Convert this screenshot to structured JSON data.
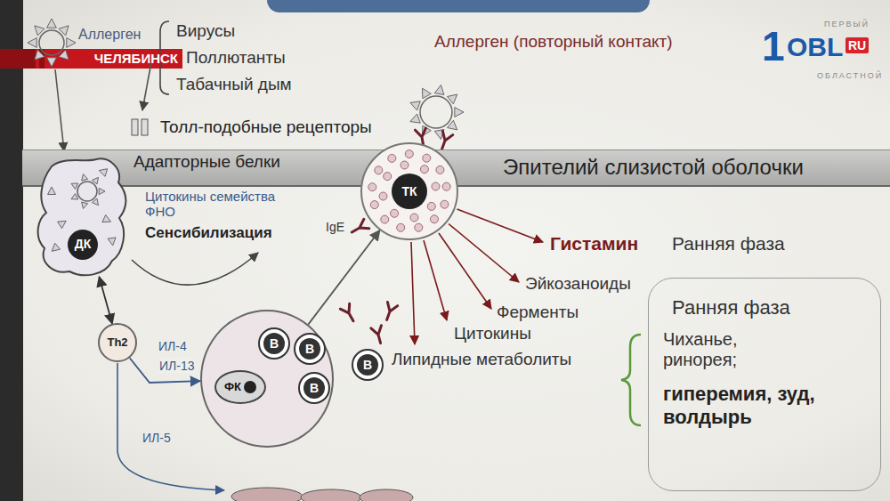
{
  "diagram": {
    "nodes": [
      {
        "text": [
          "Адапторные белки",
          "Эпителий слизистой оболочки"
        ]
      },
      {
        "text": [
          "ДК"
        ]
      },
      {
        "text": [
          "Th2"
        ]
      },
      {
        "text": []
      },
      {
        "text": [
          "B"
        ],
        "in": 3
      },
      {
        "text": [
          "B"
        ],
        "in": 3
      },
      {
        "text": [
          "ФК"
        ],
        "in": 3
      },
      {
        "text": [
          "B"
        ],
        "in": 3
      },
      {
        "text": [
          "B"
        ]
      },
      {
        "text": [
          "ТК"
        ]
      },
      {
        "text": [
          "Ранняя фаза",
          "Чиханье, ринорея;",
          "гиперемия, зуд, волдырь"
        ]
      }
    ],
    "edges": [
      {
        "from": 1,
        "to": 2,
        "arrow": "both"
      },
      {
        "from": 2,
        "to": 3,
        "label": "ИЛ-13",
        "arrow": "to"
      },
      {
        "from": 3,
        "to": 9,
        "arrow": "to"
      }
    ],
    "labels": [
      "Аллерген",
      "Вирусы",
      "Поллютанты",
      "Табачный дым",
      "Толл-подобные рецепторы",
      "Аллерген (повторный контакт)",
      "Цитокины семейства ФНО",
      "Сенсибилизация",
      "IgE",
      "Гистамин",
      "Ранняя фаза",
      "Эйкозаноиды",
      "Ферменты",
      "Цитокины",
      "Липидные метаболиты",
      "ИЛ-4",
      "ИЛ-5",
      "ЧЕЛЯБИНСК",
      "1",
      "OBL",
      "RU",
      "ПЕРВЫЙ",
      "ОБЛАСТНОЙ"
    ]
  }
}
